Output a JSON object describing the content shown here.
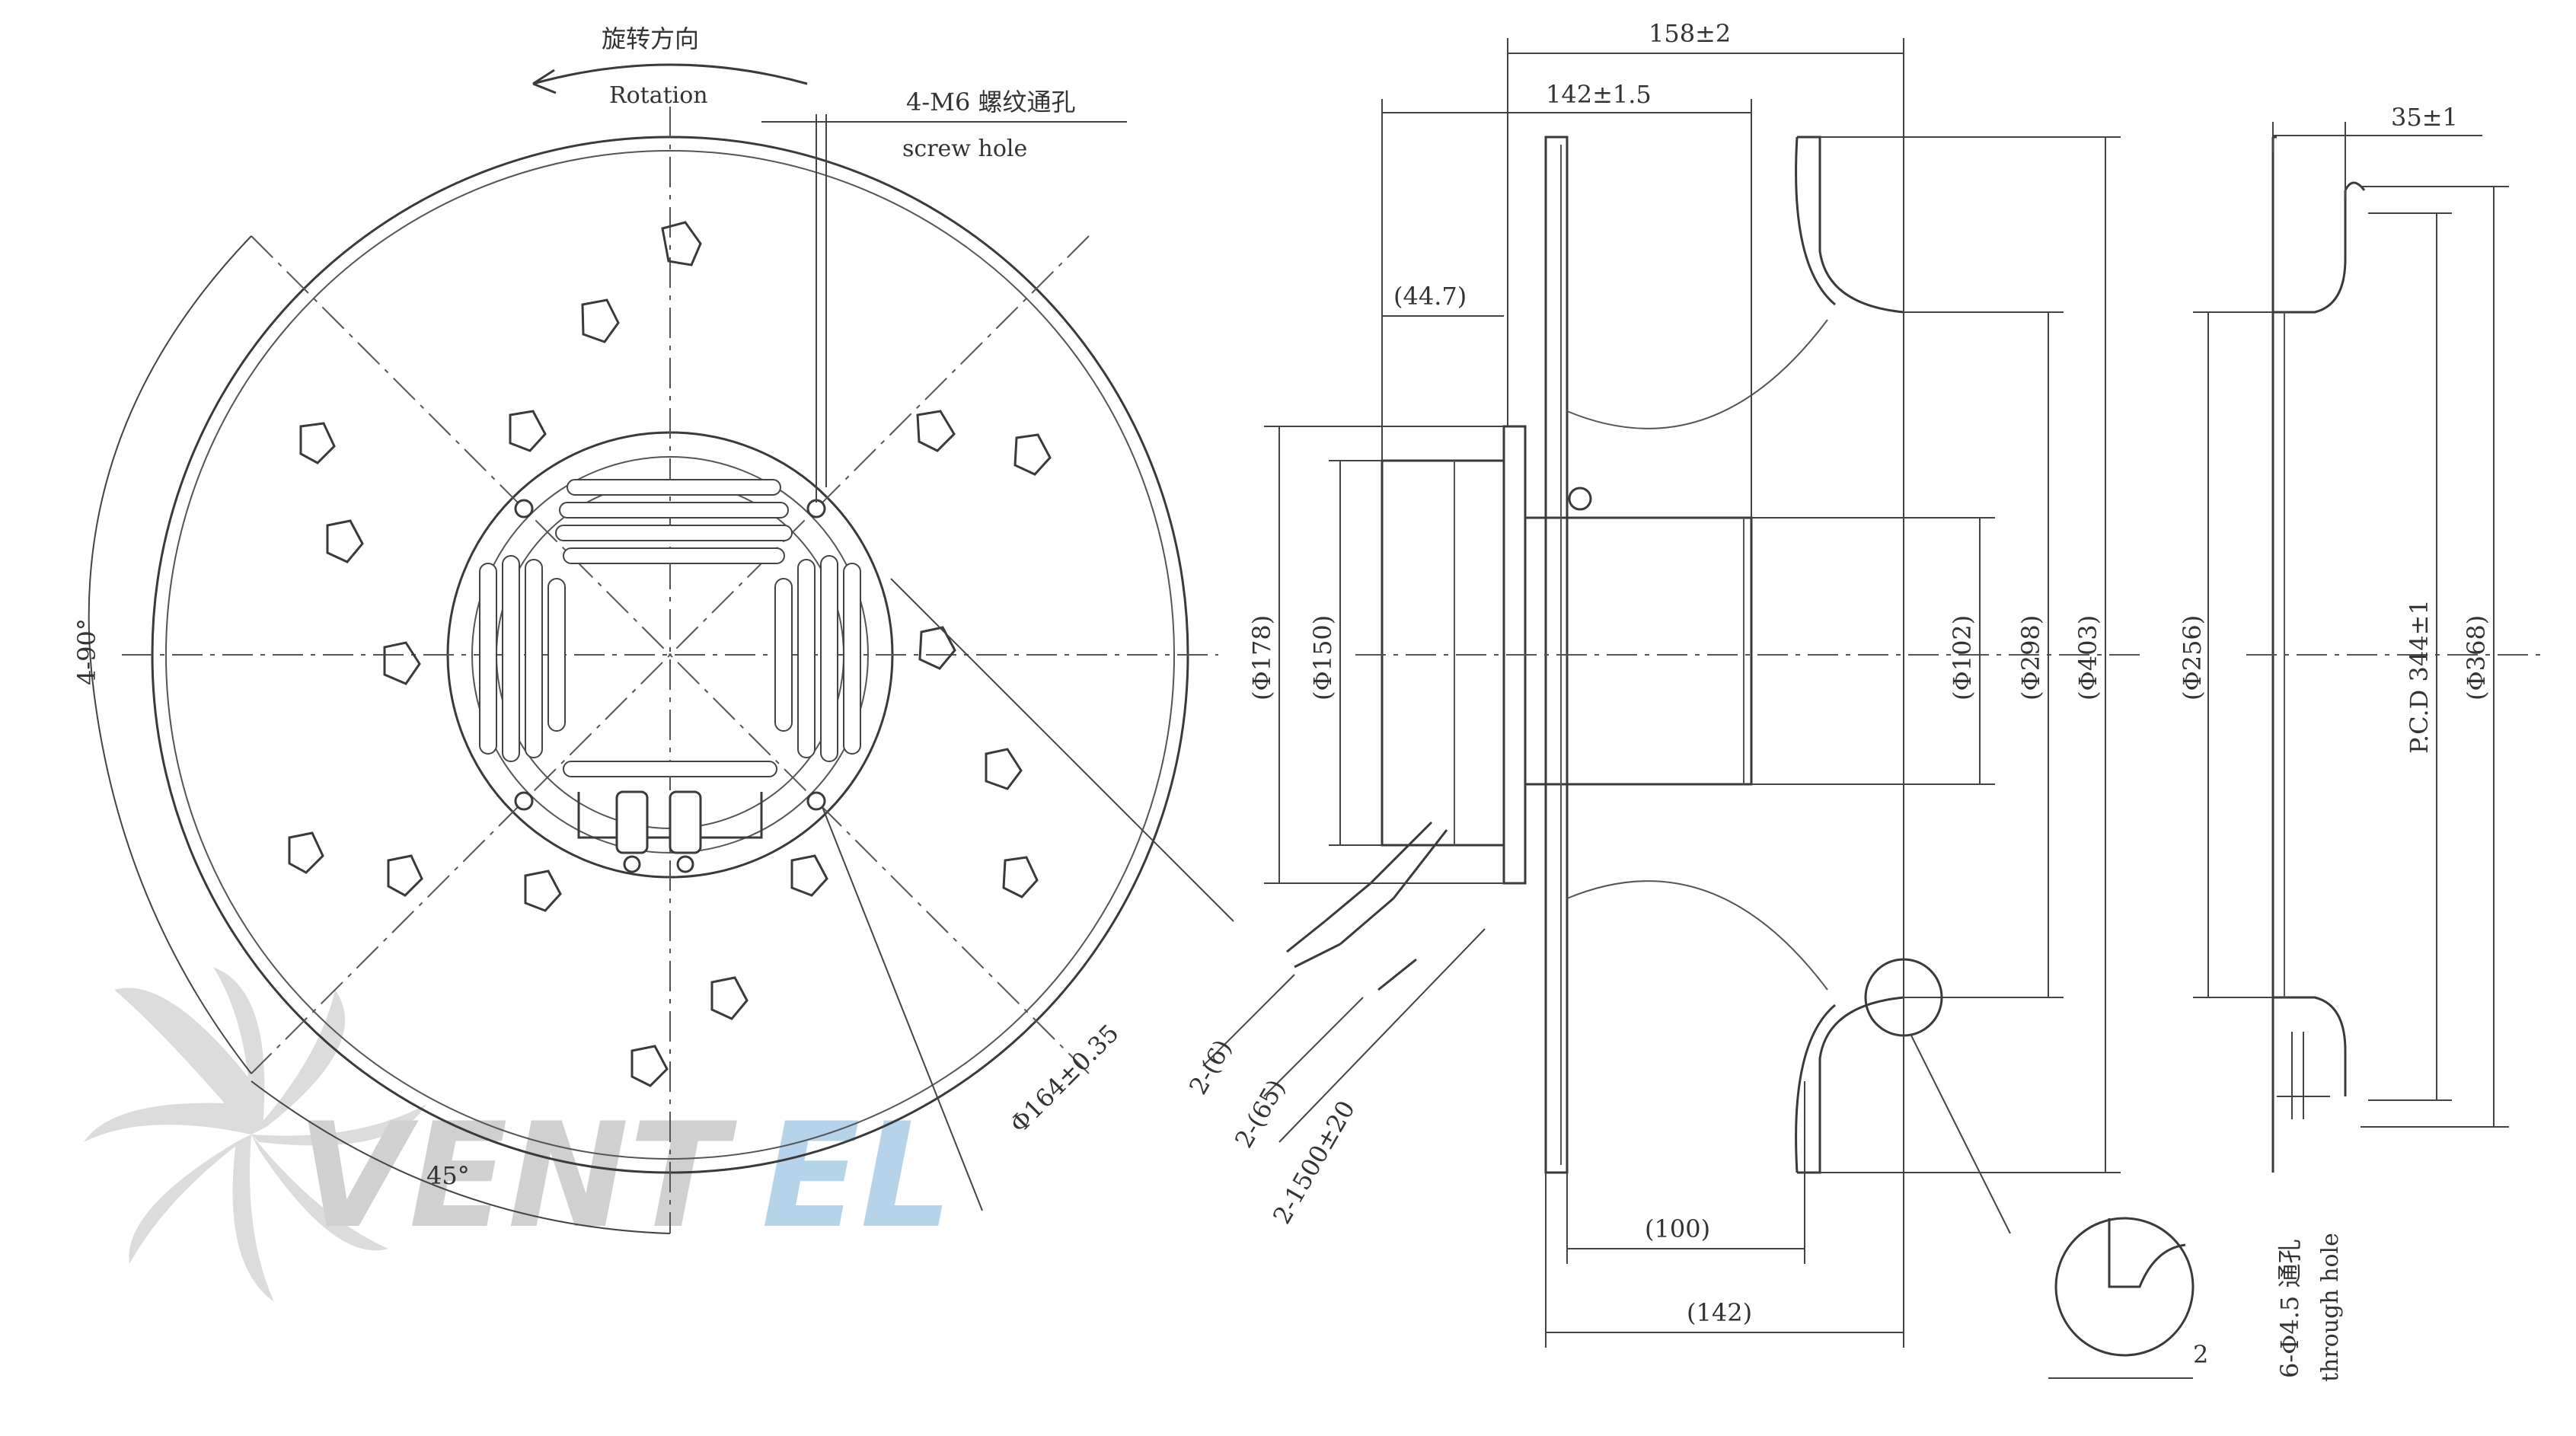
{
  "front_view": {
    "rotation_cn": "旋转方向",
    "rotation_en": "Rotation",
    "screw_hole_cn": "4-M6 螺纹通孔",
    "screw_hole_en": "screw hole",
    "angle_90": "4-90°",
    "angle_45": "45°",
    "bolt_circle": "Φ164±0.35"
  },
  "side_view": {
    "dim_158": "158±2",
    "dim_142_tol": "142±1.5",
    "dim_44_7": "(44.7)",
    "dim_178": "(Φ178)",
    "dim_150": "(Φ150)",
    "dim_102": "(Φ102)",
    "dim_298": "(Φ298)",
    "dim_403": "(Φ403)",
    "dim_100": "(100)",
    "dim_142": "(142)",
    "cable_1": "2-(6)",
    "cable_2": "2-(65)",
    "cable_3": "2-1500±20",
    "detail_2": "2"
  },
  "inlet_view": {
    "dim_35": "35±1",
    "dim_256": "(Φ256)",
    "pcd": "P.C.D 344±1",
    "dim_368": "(Φ368)",
    "through_hole_cn": "6-Φ4.5 通孔",
    "through_hole_en": "through hole"
  },
  "watermark": {
    "text_grey": "VENT",
    "text_blue": "EL",
    "color_grey": "#c8c8c8",
    "color_blue": "#a9cde6"
  }
}
